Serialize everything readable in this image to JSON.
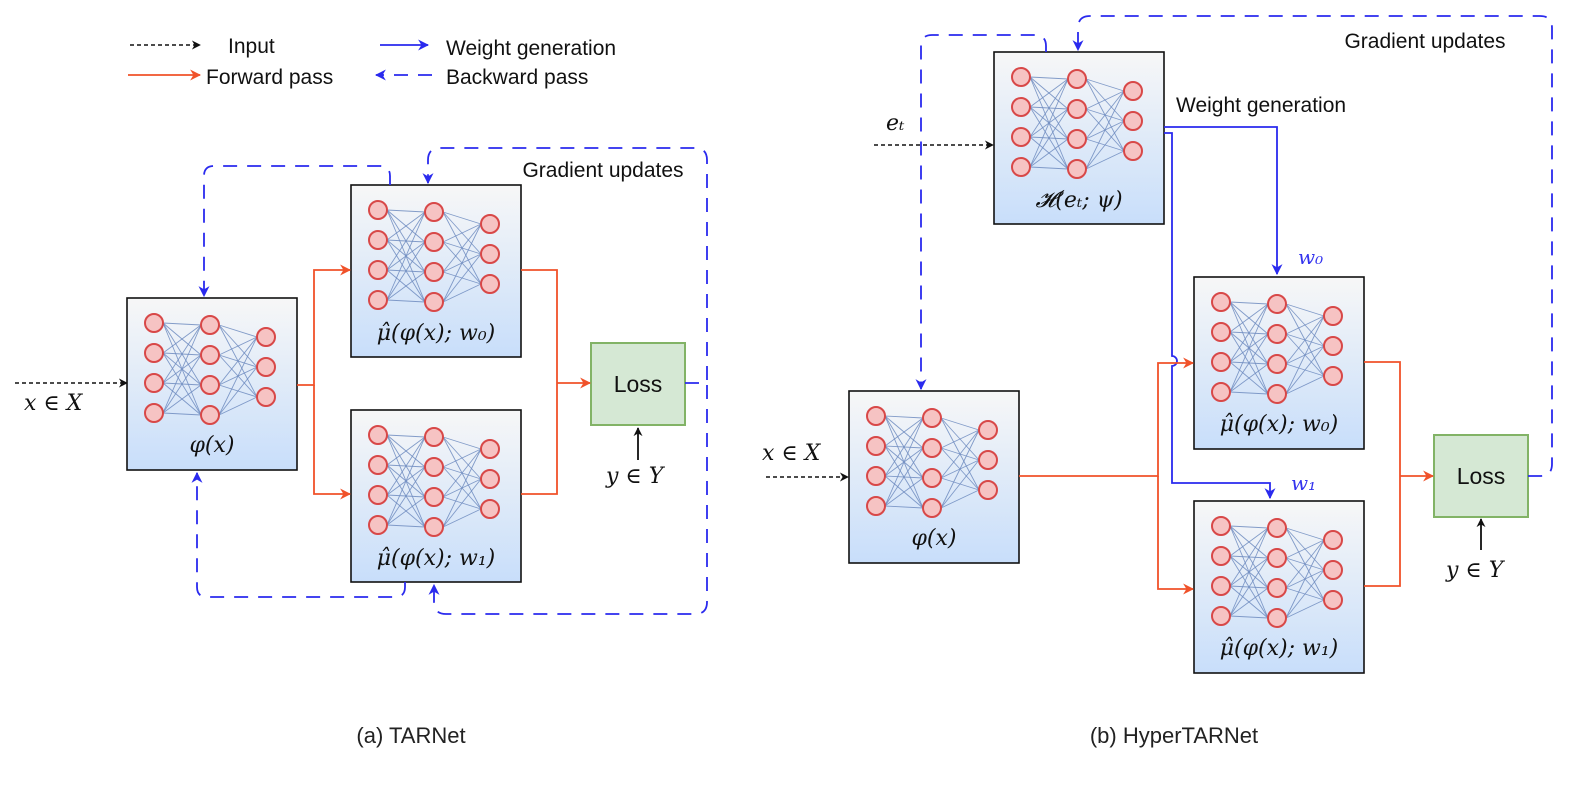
{
  "legend": {
    "input": "Input",
    "forward": "Forward pass",
    "weight_gen": "Weight generation",
    "backward": "Backward pass"
  },
  "colors": {
    "forward": "#f0522a",
    "weight": "#2a2aee",
    "backward": "#2a2aee",
    "input": "#111111",
    "neuron_fill": "#f6c3c3",
    "neuron_stroke": "#d84848",
    "loss_fill": "#d5e8d4",
    "loss_stroke": "#82b366"
  },
  "left": {
    "caption": "(a) TARNet",
    "gradient_label": "Gradient updates",
    "input_label": "x ∈ X",
    "target_label": "y ∈ Y",
    "loss_label": "Loss",
    "encoder_label": "φ(x)",
    "head0_label": "μ̂(φ(x); w₀)",
    "head1_label": "μ̂(φ(x); w₁)"
  },
  "right": {
    "caption": "(b) HyperTARNet",
    "gradient_label": "Gradient updates",
    "weight_gen_label": "Weight generation",
    "hyper_input_label": "eₜ",
    "hyper_label": "𝓗(eₜ; ψ)",
    "input_label": "x ∈ X",
    "target_label": "y ∈ Y",
    "loss_label": "Loss",
    "encoder_label": "φ(x)",
    "head0_label": "μ̂(φ(x); w₀)",
    "head1_label": "μ̂(φ(x); w₁)",
    "w0_label": "w₀",
    "w1_label": "w₁"
  }
}
